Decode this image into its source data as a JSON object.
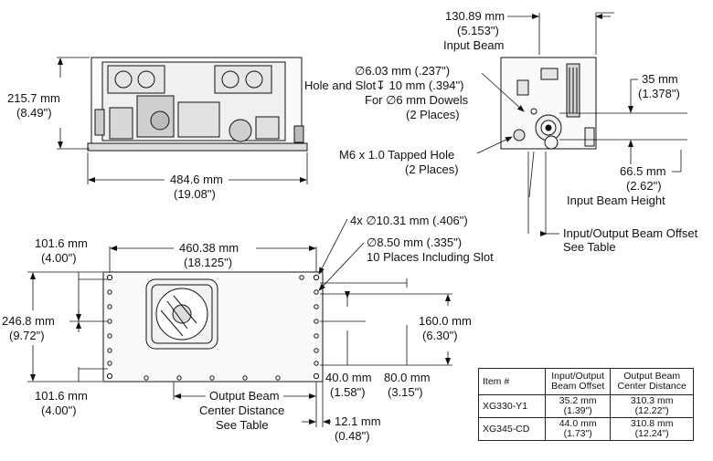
{
  "front_view": {
    "height_mm": "215.7 mm",
    "height_in": "(8.49\")",
    "width_mm": "484.6 mm",
    "width_in": "(19.08\")"
  },
  "side_view": {
    "input_beam_mm": "130.89 mm",
    "input_beam_in": "(5.153\")",
    "input_beam_label": "Input Beam",
    "hole_line1": "∅6.03 mm (.237\")",
    "hole_line2": "Hole and Slot↧ 10 mm (.394\")",
    "hole_line3": "For ∅6 mm Dowels",
    "hole_line4": "(2 Places)",
    "tapped_line1": "M6 x 1.0 Tapped Hole",
    "tapped_line2": "(2 Places)",
    "dim35_mm": "35 mm",
    "dim35_in": "(1.378\")",
    "beam_height_mm": "66.5 mm",
    "beam_height_in": "(2.62\")",
    "beam_height_label": "Input Beam Height",
    "offset_line1": "Input/Output Beam Offset",
    "offset_line2": "See Table"
  },
  "top_view": {
    "dim101_top_mm": "101.6 mm",
    "dim101_top_in": "(4.00\")",
    "dim460_mm": "460.38 mm",
    "dim460_in": "(18.125\")",
    "holes4_label": "4x ∅10.31 mm (.406\")",
    "holes10_line1": "∅8.50 mm (.335\")",
    "holes10_line2": "10 Places Including Slot",
    "dim246_mm": "246.8 mm",
    "dim246_in": "(9.72\")",
    "dim160_mm": "160.0 mm",
    "dim160_in": "(6.30\")",
    "dim40_mm": "40.0 mm",
    "dim40_in": "(1.58\")",
    "dim80_mm": "80.0 mm",
    "dim80_in": "(3.15\")",
    "dim101_bot_mm": "101.6 mm",
    "dim101_bot_in": "(4.00\")",
    "out_line1": "Output Beam",
    "out_line2": "Center Distance",
    "out_line3": "See Table",
    "dim12_mm": "12.1 mm",
    "dim12_in": "(0.48\")"
  },
  "table": {
    "headers": [
      "Item #",
      "Input/Output Beam Offset",
      "Output Beam Center Distance"
    ],
    "header_lines": [
      [
        "Item #"
      ],
      [
        "Input/Output",
        "Beam Offset"
      ],
      [
        "Output Beam",
        "Center Distance"
      ]
    ],
    "rows": [
      {
        "item": "XG330-Y1",
        "offset_mm": "35.2 mm",
        "offset_in": "(1.39\")",
        "dist_mm": "310.3 mm",
        "dist_in": "(12.22\")"
      },
      {
        "item": "XG345-CD",
        "offset_mm": "44.0 mm",
        "offset_in": "(1.73\")",
        "dist_mm": "310.8 mm",
        "dist_in": "(12.24\")"
      }
    ]
  }
}
